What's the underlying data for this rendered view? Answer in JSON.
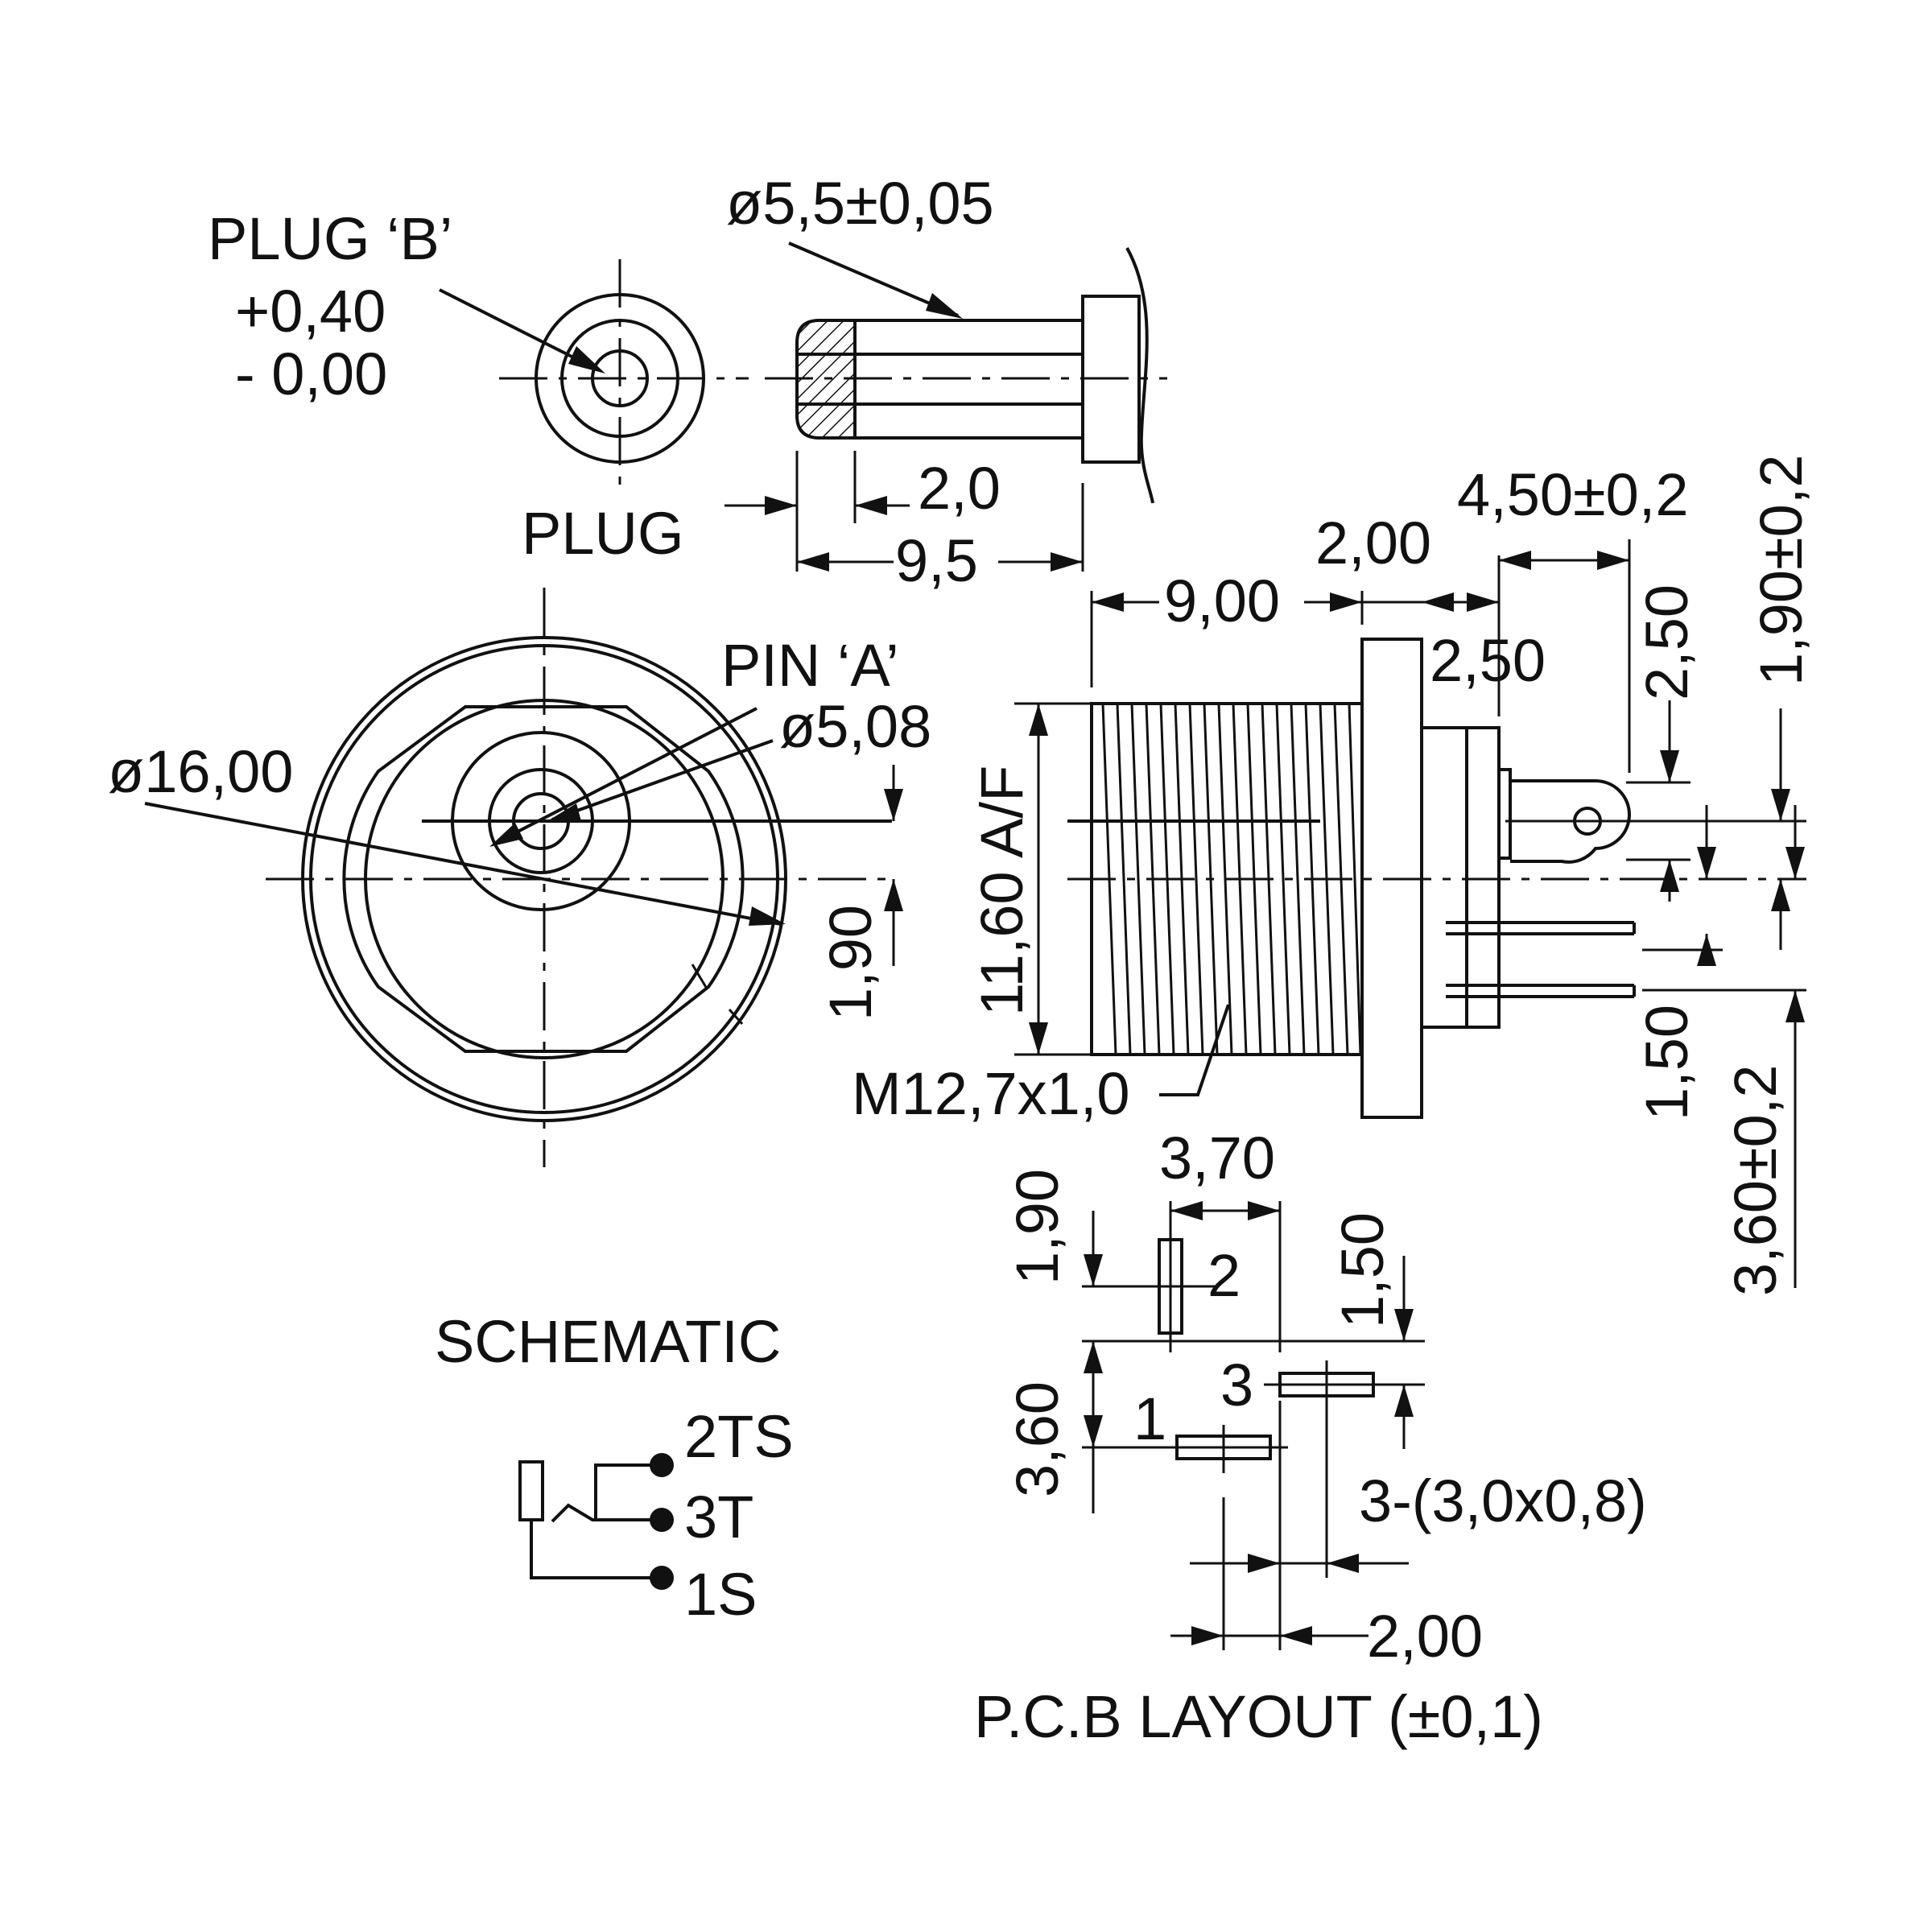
{
  "labels": {
    "plug_b": "PLUG ‘B’",
    "tol_plus": "+0,40",
    "tol_minus": "- 0,00",
    "plug": "PLUG",
    "plug_dia": "ø5,5±0,05",
    "dim_2_0": "2,0",
    "dim_9_5": "9,5",
    "pin_a": "PIN ‘A’",
    "pin_dia": "ø5,08",
    "body_dia": "ø16,00",
    "dim_1_90_front": "1,90",
    "dim_11_60": "11,60 A/F",
    "thread": "M12,7x1,0",
    "dim_9_00": "9,00",
    "dim_2_00_top": "2,00",
    "dim_4_50": "4,50±0,2",
    "dim_2_50_h": "2,50",
    "dim_2_50_v": "2,50",
    "dim_1_90_side": "1,90±0,2",
    "dim_1_50_side": "1,50",
    "dim_3_60_side": "3,60±0,2",
    "dim_3_70": "3,70",
    "dim_1_90_pcb": "1,90",
    "dim_1_50_pcb": "1,50",
    "dim_3_60_pcb": "3,60",
    "pad_2": "2",
    "pad_3": "3",
    "pad_1": "1",
    "slot_size": "3-(3,0x0,8)",
    "dim_2_00_pcb": "2,00",
    "pcb_layout": "P.C.B LAYOUT (±0,1)",
    "schematic": "SCHEMATIC",
    "pin_2ts": "2TS",
    "pin_3t": "3T",
    "pin_1s": "1S"
  }
}
